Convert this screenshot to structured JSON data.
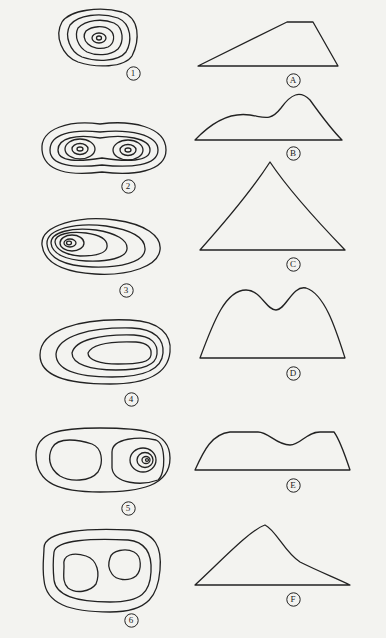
{
  "diagram": {
    "nodes": [
      {
        "text": [
          "1"
        ]
      },
      {
        "text": [
          "A"
        ]
      },
      {
        "text": [
          "2"
        ]
      },
      {
        "text": [
          "B"
        ]
      },
      {
        "text": [
          "3"
        ]
      },
      {
        "text": [
          "C"
        ]
      },
      {
        "text": [
          "4"
        ]
      },
      {
        "text": [
          "D"
        ]
      },
      {
        "text": [
          "5"
        ]
      },
      {
        "text": [
          "E"
        ]
      },
      {
        "text": [
          "6"
        ]
      },
      {
        "text": [
          "F"
        ]
      }
    ]
  }
}
